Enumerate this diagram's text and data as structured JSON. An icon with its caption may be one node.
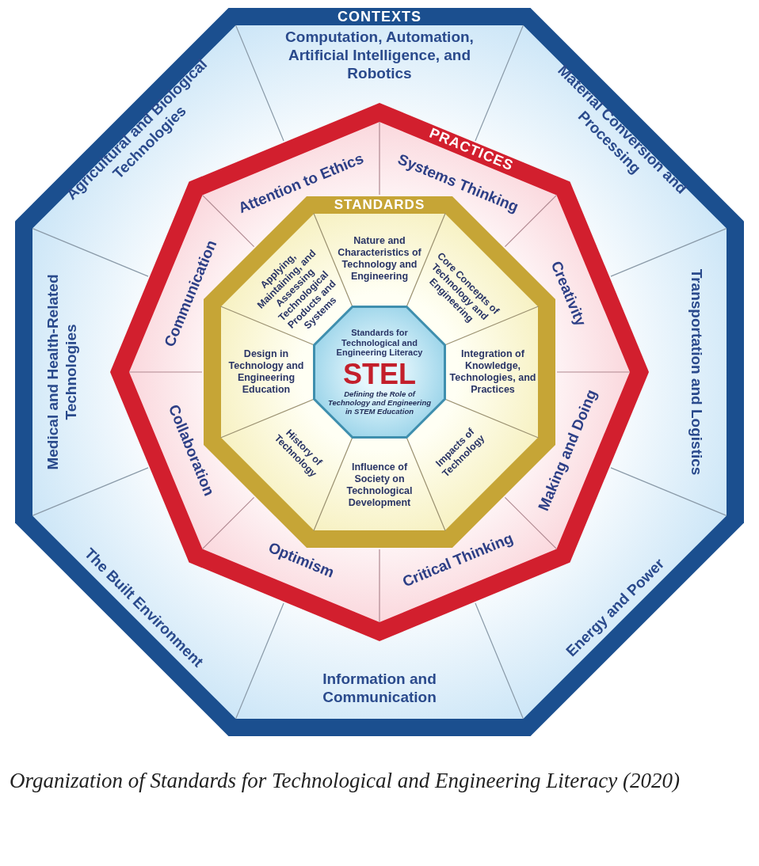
{
  "diagram": {
    "caption": "Organization of Standards for Technological and Engineering Literacy (2020)",
    "nodes": [
      {
        "text": [
          "CONTEXTS"
        ]
      },
      {
        "text": [
          "Computation, Automation, Artificial Intelligence, and Robotics"
        ],
        "in": 0
      },
      {
        "text": [
          "Material Conversion and Processing"
        ],
        "in": 0
      },
      {
        "text": [
          "Transportation and Logistics"
        ],
        "in": 0
      },
      {
        "text": [
          "Energy and Power"
        ],
        "in": 0
      },
      {
        "text": [
          "Information and Communication"
        ],
        "in": 0
      },
      {
        "text": [
          "The Built Environment"
        ],
        "in": 0
      },
      {
        "text": [
          "Medical and Health-Related Technologies"
        ],
        "in": 0
      },
      {
        "text": [
          "Agricultural and Biological Technologies"
        ],
        "in": 0
      },
      {
        "text": [
          "PRACTICES"
        ],
        "in": 0
      },
      {
        "text": [
          "Attention to Ethics"
        ],
        "in": 9
      },
      {
        "text": [
          "Systems Thinking"
        ],
        "in": 9
      },
      {
        "text": [
          "Creativity"
        ],
        "in": 9
      },
      {
        "text": [
          "Making and Doing"
        ],
        "in": 9
      },
      {
        "text": [
          "Critical Thinking"
        ],
        "in": 9
      },
      {
        "text": [
          "Optimism"
        ],
        "in": 9
      },
      {
        "text": [
          "Collaboration"
        ],
        "in": 9
      },
      {
        "text": [
          "Communication"
        ],
        "in": 9
      },
      {
        "text": [
          "STANDARDS"
        ],
        "in": 9
      },
      {
        "text": [
          "Nature and Characteristics of Technology and Engineering"
        ],
        "in": 18
      },
      {
        "text": [
          "Core Concepts of Technology and Engineering"
        ],
        "in": 18
      },
      {
        "text": [
          "Integration of Knowledge, Technologies, and Practices"
        ],
        "in": 18
      },
      {
        "text": [
          "Impacts of Technology"
        ],
        "in": 18
      },
      {
        "text": [
          "Influence of Society on Technological Development"
        ],
        "in": 18
      },
      {
        "text": [
          "History of Technology"
        ],
        "in": 18
      },
      {
        "text": [
          "Design in Technology and Engineering Education"
        ],
        "in": 18
      },
      {
        "text": [
          "Applying, Maintaining, and Assessing Technological Products and Systems"
        ],
        "in": 18
      },
      {
        "text": [
          "Standards for Technological and Engineering Literacy",
          "STEL",
          "Defining the Role of Technology and Engineering in STEM Education"
        ],
        "in": 18
      }
    ]
  }
}
